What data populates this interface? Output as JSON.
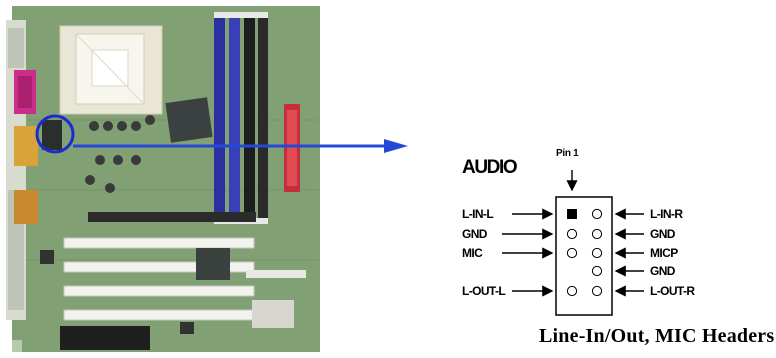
{
  "header_title": "AUDIO",
  "pin1_label": "Pin 1",
  "left_labels": [
    "L-IN-L",
    "GND",
    "MIC",
    "L-OUT-L"
  ],
  "right_labels": [
    "L-IN-R",
    "GND",
    "MICP",
    "GND",
    "L-OUT-R"
  ],
  "caption": "Line-In/Out, MIC Headers",
  "colors": {
    "board_green": "#7a9e6c",
    "highlight_circle": "#1a2ccf",
    "arrow": "#2448d8",
    "connector_outline": "#000000",
    "pin1_fill": "#000000"
  },
  "icons": [
    "motherboard-photo",
    "highlight-circle",
    "pointer-arrow",
    "audio-connector"
  ]
}
